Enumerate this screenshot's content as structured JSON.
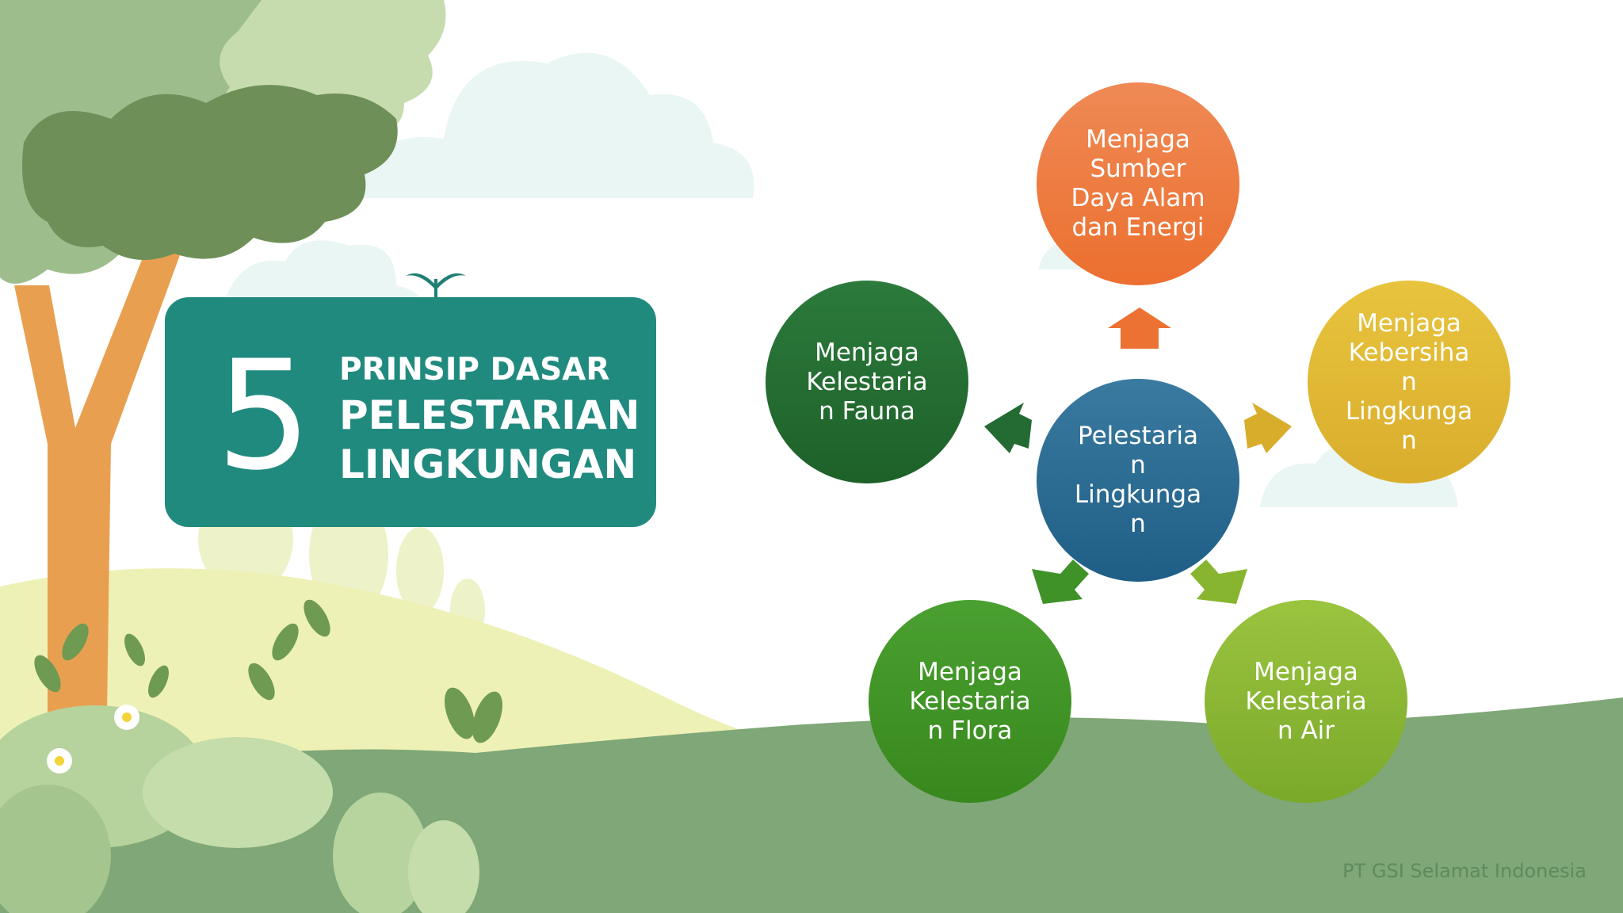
{
  "title": {
    "number": "5",
    "line1": "PRINSIP DASAR",
    "line2": "PELESTARIAN",
    "line3": "LINGKUNGAN"
  },
  "center": {
    "label": "Pelestaria\nn\nLingkunga\nn",
    "color": "#2f6e95"
  },
  "principles": [
    {
      "label": "Menjaga\nSumber\nDaya Alam\ndan Energi",
      "color": "#ee7a3e"
    },
    {
      "label": "Menjaga\nKebersiha\nn\nLingkunga\nn",
      "color": "#e0b836"
    },
    {
      "label": "Menjaga\nKelestaria\nn Air",
      "color": "#8ab634"
    },
    {
      "label": "Menjaga\nKelestaria\nn Flora",
      "color": "#3f9227"
    },
    {
      "label": "Menjaga\nKelestaria\nn Fauna",
      "color": "#236b33"
    }
  ],
  "footer": {
    "company": "PT GSI Selamat Indonesia"
  },
  "colors": {
    "title_box": "#218a7f",
    "ground": "#7fa777",
    "hill_light": "#eef2b8",
    "tree_trunk": "#e8a050"
  }
}
